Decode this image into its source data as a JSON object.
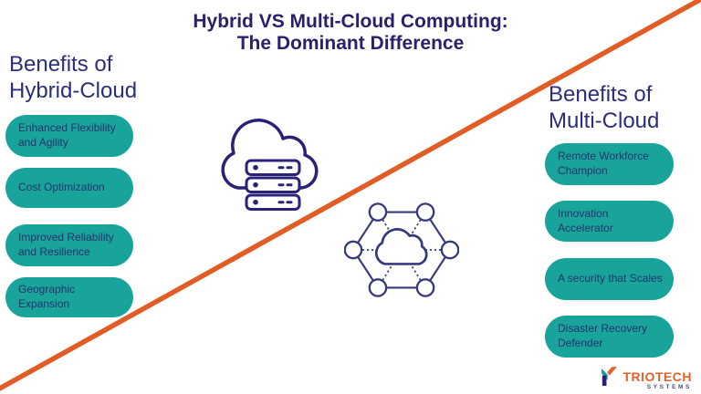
{
  "title": {
    "line1": "Hybrid VS Multi-Cloud Computing:",
    "line2": "The Dominant Difference"
  },
  "left": {
    "heading_line1": "Benefits of",
    "heading_line2": "Hybrid-Cloud",
    "items": [
      "Enhanced Flexibility and Agility",
      "Cost Optimization",
      "Improved Reliability and Resilience",
      "Geographic Expansion"
    ]
  },
  "right": {
    "heading_line1": "Benefits of",
    "heading_line2": "Multi-Cloud",
    "items": [
      "Remote Workforce Champion",
      "Innovation Accelerator",
      "A security that Scales",
      "Disaster Recovery Defender"
    ]
  },
  "icons": {
    "hybrid": "cloud-with-server-stack-icon",
    "multi": "hexagon-network-cloud-icon",
    "divider": "orange-diagonal-line"
  },
  "logo": {
    "brand": "TRIOTECH",
    "sub": "SYSTEMS"
  },
  "colors": {
    "navy": "#29206e",
    "heading_navy": "#2b2d7e",
    "teal_pill": "#18a49a",
    "pill_text": "#24336f",
    "orange": "#e2602a",
    "background": "#ffffff"
  }
}
